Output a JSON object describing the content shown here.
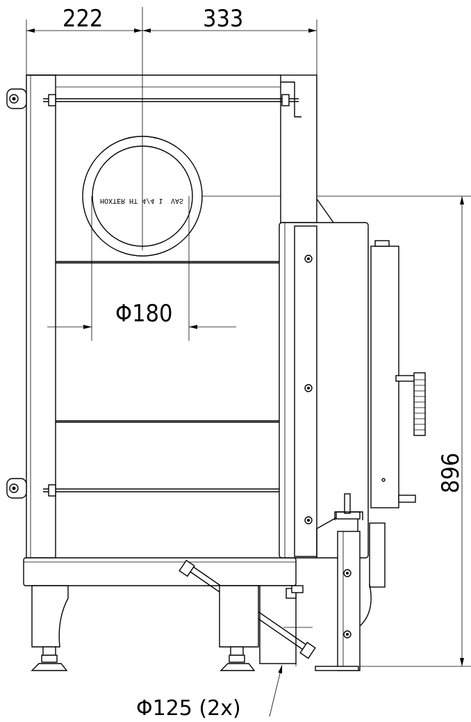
{
  "dimensions": {
    "width_left": "222",
    "width_right": "333",
    "height": "896",
    "flue_diameter": "Φ180",
    "inlet_diameter": "Φ125 (2x)"
  },
  "mirrored_label": "HOXTER HT 4/4 1",
  "mirrored_label_suffix": "VAS",
  "colors": {
    "line": "#000000",
    "background": "#ffffff"
  }
}
